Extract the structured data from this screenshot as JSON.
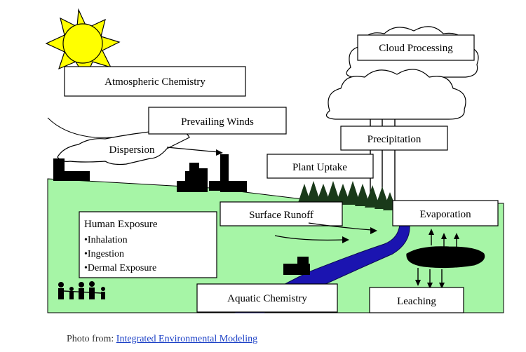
{
  "labels": {
    "atmospheric_chemistry": "Atmospheric Chemistry",
    "cloud_processing": "Cloud Processing",
    "prevailing_winds": "Prevailing Winds",
    "dispersion": "Dispersion",
    "precipitation": "Precipitation",
    "plant_uptake": "Plant Uptake",
    "surface_runoff": "Surface Runoff",
    "evaporation": "Evaporation",
    "human_exposure_title": "Human Exposure",
    "exposure_routes": [
      "•Inhalation",
      "•Ingestion",
      "•Dermal Exposure"
    ],
    "aquatic_chemistry": "Aquatic Chemistry",
    "leaching": "Leaching"
  },
  "caption": {
    "prefix": "Photo from: ",
    "link_text": "Integrated Environmental Modeling"
  },
  "colors": {
    "ground": "#a6f5a6",
    "sun": "#ffff00",
    "river": "#1b14b0",
    "ink": "#000000"
  }
}
